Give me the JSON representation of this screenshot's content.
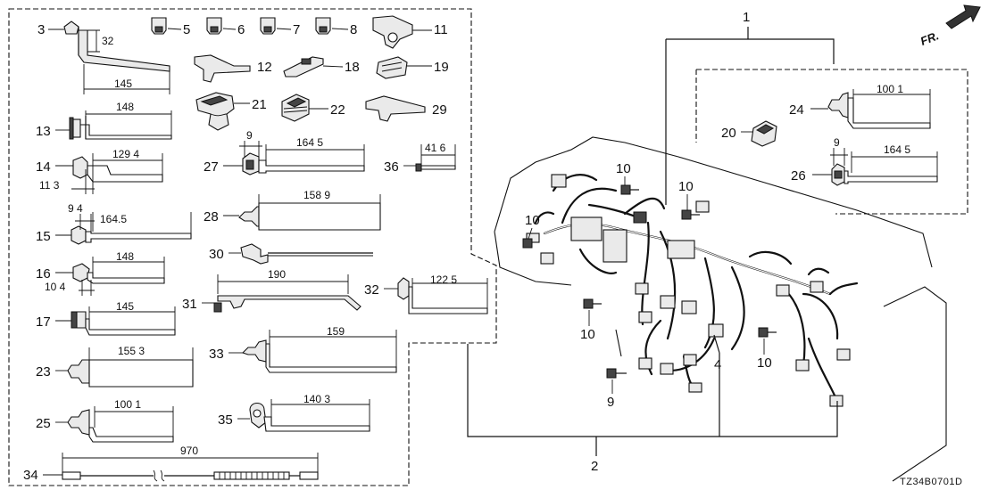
{
  "diagram": {
    "code": "TZ34B0701D",
    "direction_label": "FR.",
    "callouts": {
      "p1": "1",
      "p2": "2",
      "p3": "3",
      "p4": "4",
      "p5": "5",
      "p6": "6",
      "p7": "7",
      "p8": "8",
      "p9": "9",
      "p10": "10",
      "p11": "11",
      "p12": "12",
      "p13": "13",
      "p14": "14",
      "p15": "15",
      "p16": "16",
      "p17": "17",
      "p18": "18",
      "p19": "19",
      "p20": "20",
      "p21": "21",
      "p22": "22",
      "p23": "23",
      "p24": "24",
      "p25": "25",
      "p26": "26",
      "p27": "27",
      "p28": "28",
      "p29": "29",
      "p30": "30",
      "p31": "31",
      "p32": "32",
      "p33": "33",
      "p34": "34",
      "p35": "35",
      "p36": "36"
    },
    "dimensions": {
      "d3": "32",
      "d3b": "145",
      "d13": "148",
      "d14": "129 4",
      "d14b": "11 3",
      "d15": "9 4",
      "d15b": "164.5",
      "d16": "148",
      "d16b": "10 4",
      "d17": "145",
      "d23": "155 3",
      "d25": "100 1",
      "d34": "970",
      "d27": "9",
      "d27b": "164 5",
      "d28": "158 9",
      "d31": "190",
      "d33": "159",
      "d35": "140 3",
      "d36": "41 6",
      "d32": "122 5",
      "d24": "100 1",
      "d26": "9",
      "d26b": "164 5"
    }
  }
}
